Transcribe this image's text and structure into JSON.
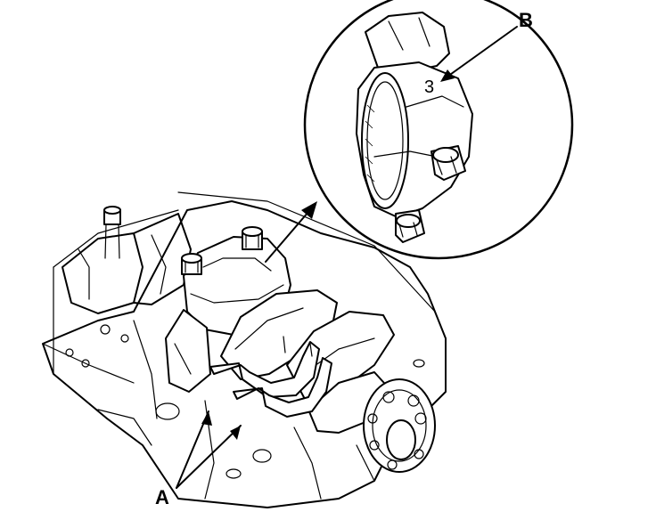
{
  "callouts": {
    "a": "A",
    "b": "B"
  },
  "inset": {
    "cap_mark": "3"
  }
}
